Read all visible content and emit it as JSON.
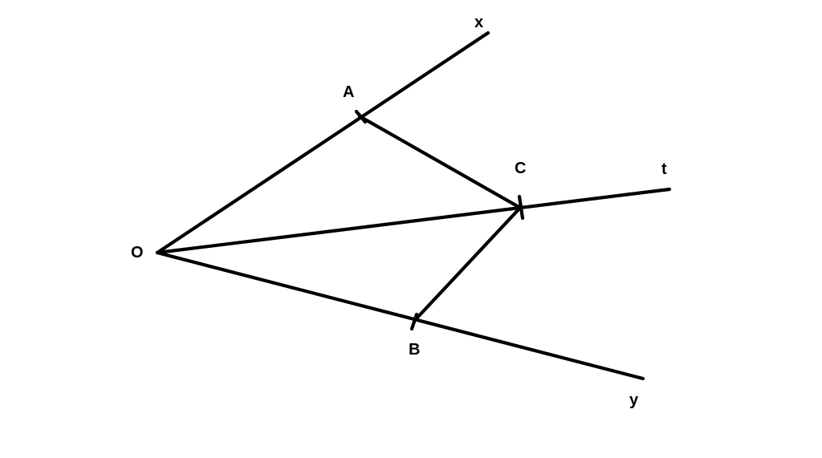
{
  "diagram": {
    "points": {
      "O": "O",
      "A": "A",
      "B": "B",
      "C": "C"
    },
    "rays": {
      "x": "x",
      "y": "y",
      "t": "t"
    },
    "colors": {
      "stroke": "#000000",
      "background": "#ffffff"
    }
  }
}
